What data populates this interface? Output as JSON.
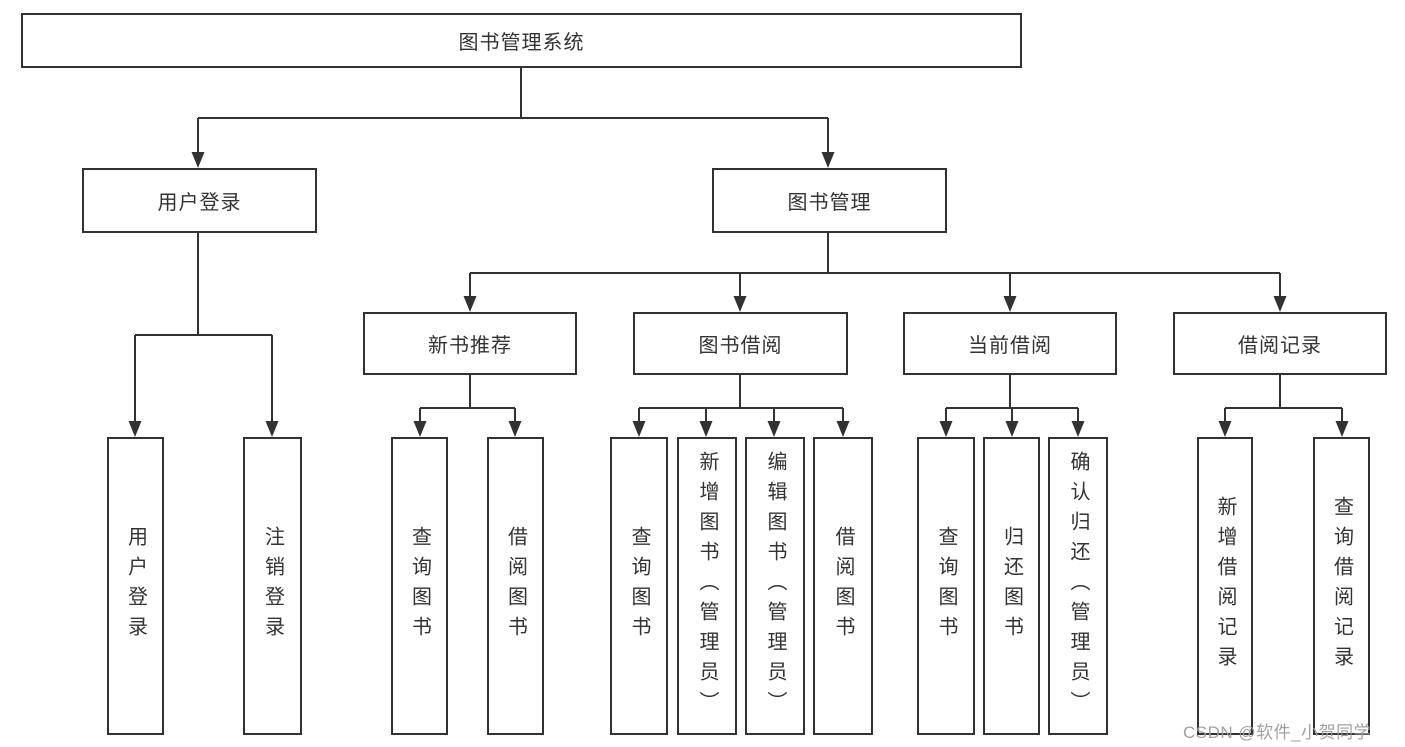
{
  "diagram": {
    "root": {
      "label": "图书管理系统"
    },
    "branches": [
      {
        "label": "用户登录",
        "children": [
          {
            "label": "用户登录"
          },
          {
            "label": "注销登录"
          }
        ]
      },
      {
        "label": "图书管理",
        "children": [
          {
            "label": "新书推荐",
            "children": [
              {
                "label": "查询图书"
              },
              {
                "label": "借阅图书"
              }
            ]
          },
          {
            "label": "图书借阅",
            "children": [
              {
                "label": "查询图书"
              },
              {
                "label": "新增图书（管理员）"
              },
              {
                "label": "编辑图书（管理员）"
              },
              {
                "label": "借阅图书"
              }
            ]
          },
          {
            "label": "当前借阅",
            "children": [
              {
                "label": "查询图书"
              },
              {
                "label": "归还图书"
              },
              {
                "label": "确认归还（管理员）"
              }
            ]
          },
          {
            "label": "借阅记录",
            "children": [
              {
                "label": "新增借阅记录"
              },
              {
                "label": "查询借阅记录"
              }
            ]
          }
        ]
      }
    ],
    "watermark": "CSDN @软件_小贺同学",
    "colors": {
      "line": "#323232",
      "text": "#333333",
      "watermark": "#9b9ba1",
      "background": "#ffffff"
    }
  }
}
